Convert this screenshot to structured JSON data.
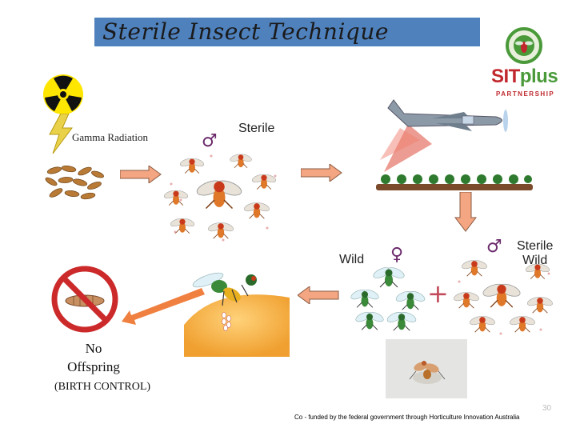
{
  "slide": {
    "title": "Sterile Insect Technique",
    "gamma_label": "Gamma Radiation",
    "male_symbol": "♂",
    "female_symbol": "♀",
    "plus_symbol": "+",
    "sterile_label": "Sterile",
    "wild_label": "Wild",
    "sterile_wild_line1": "Sterile",
    "sterile_wild_line2": "Wild",
    "no_offspring_line1": "No",
    "no_offspring_line2": "Offspring",
    "birth_control": "(BIRTH CONTROL)",
    "page_number": "30",
    "footer": "Co - funded by the federal government through Horticulture Innovation Australia"
  },
  "logo": {
    "main": "SIT",
    "plus": "plus",
    "sub": "PARTNERSHIP"
  },
  "colors": {
    "title_bg": "#4f81bd",
    "arrow_fill": "#f4a582",
    "symbol": "#6b2a6b",
    "logo_red": "#c0282d",
    "logo_green": "#4a9a3a"
  },
  "icons": [
    "radiation-icon",
    "lightning-icon",
    "airplane-icon",
    "no-sign-icon",
    "fly-icon",
    "larva-icon"
  ]
}
